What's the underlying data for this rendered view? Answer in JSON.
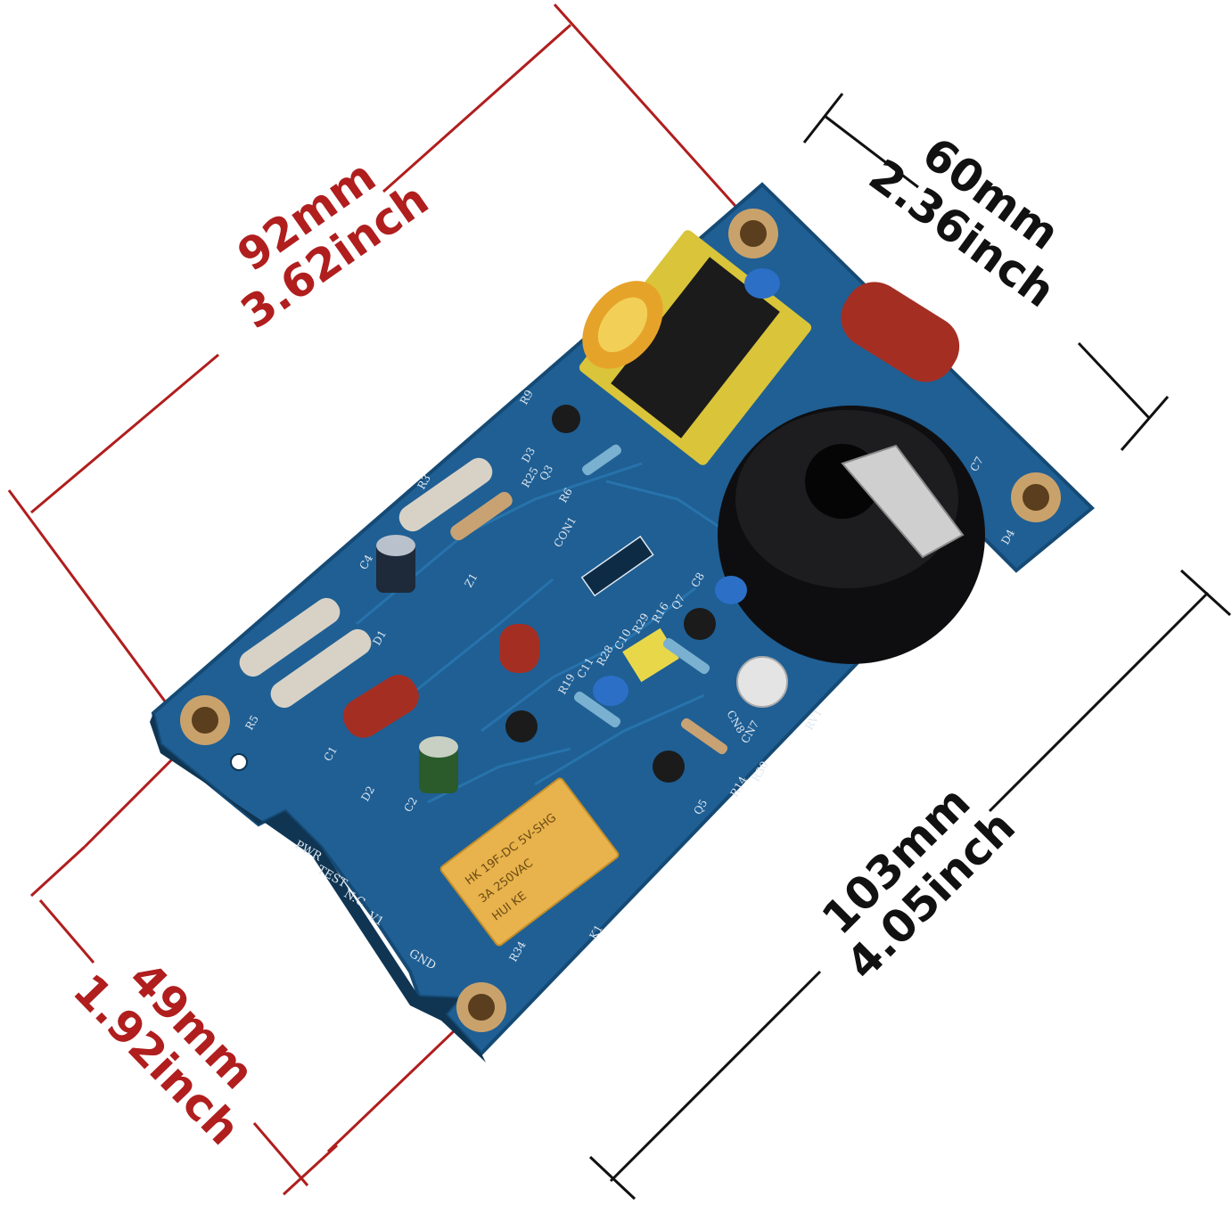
{
  "dimensions": {
    "diagonal_top": {
      "line1": "92mm",
      "line2": "3.62inch",
      "color": "#b01e1e"
    },
    "right_top": {
      "line1": "60mm",
      "line2": "2.36inch",
      "color": "#111111"
    },
    "right_bottom": {
      "line1": "103mm",
      "line2": "4.05inch",
      "color": "#111111"
    },
    "left_bottom": {
      "line1": "49mm",
      "line2": "1.92inch",
      "color": "#b01e1e"
    }
  },
  "board": {
    "color": "#1f5f94",
    "silkscreen": {
      "terminals": [
        "PWR",
        "TEST",
        "N.C",
        "V1",
        "GND"
      ],
      "components": [
        "R9",
        "D3",
        "R25",
        "Q3",
        "R6",
        "R5",
        "C4",
        "R3",
        "CON1",
        "Z1",
        "D1",
        "C1",
        "C2",
        "D2",
        "R19",
        "C11",
        "R28",
        "C10",
        "R29",
        "R16",
        "Q7",
        "C8",
        "CN8",
        "CN7",
        "RV1",
        "R14",
        "R30",
        "Q5",
        "K1",
        "R34",
        "C7",
        "D4"
      ],
      "relay_text": [
        "HK 19F-DC 5V-SHG",
        "3A 250VAC",
        "HUI KE"
      ]
    }
  }
}
